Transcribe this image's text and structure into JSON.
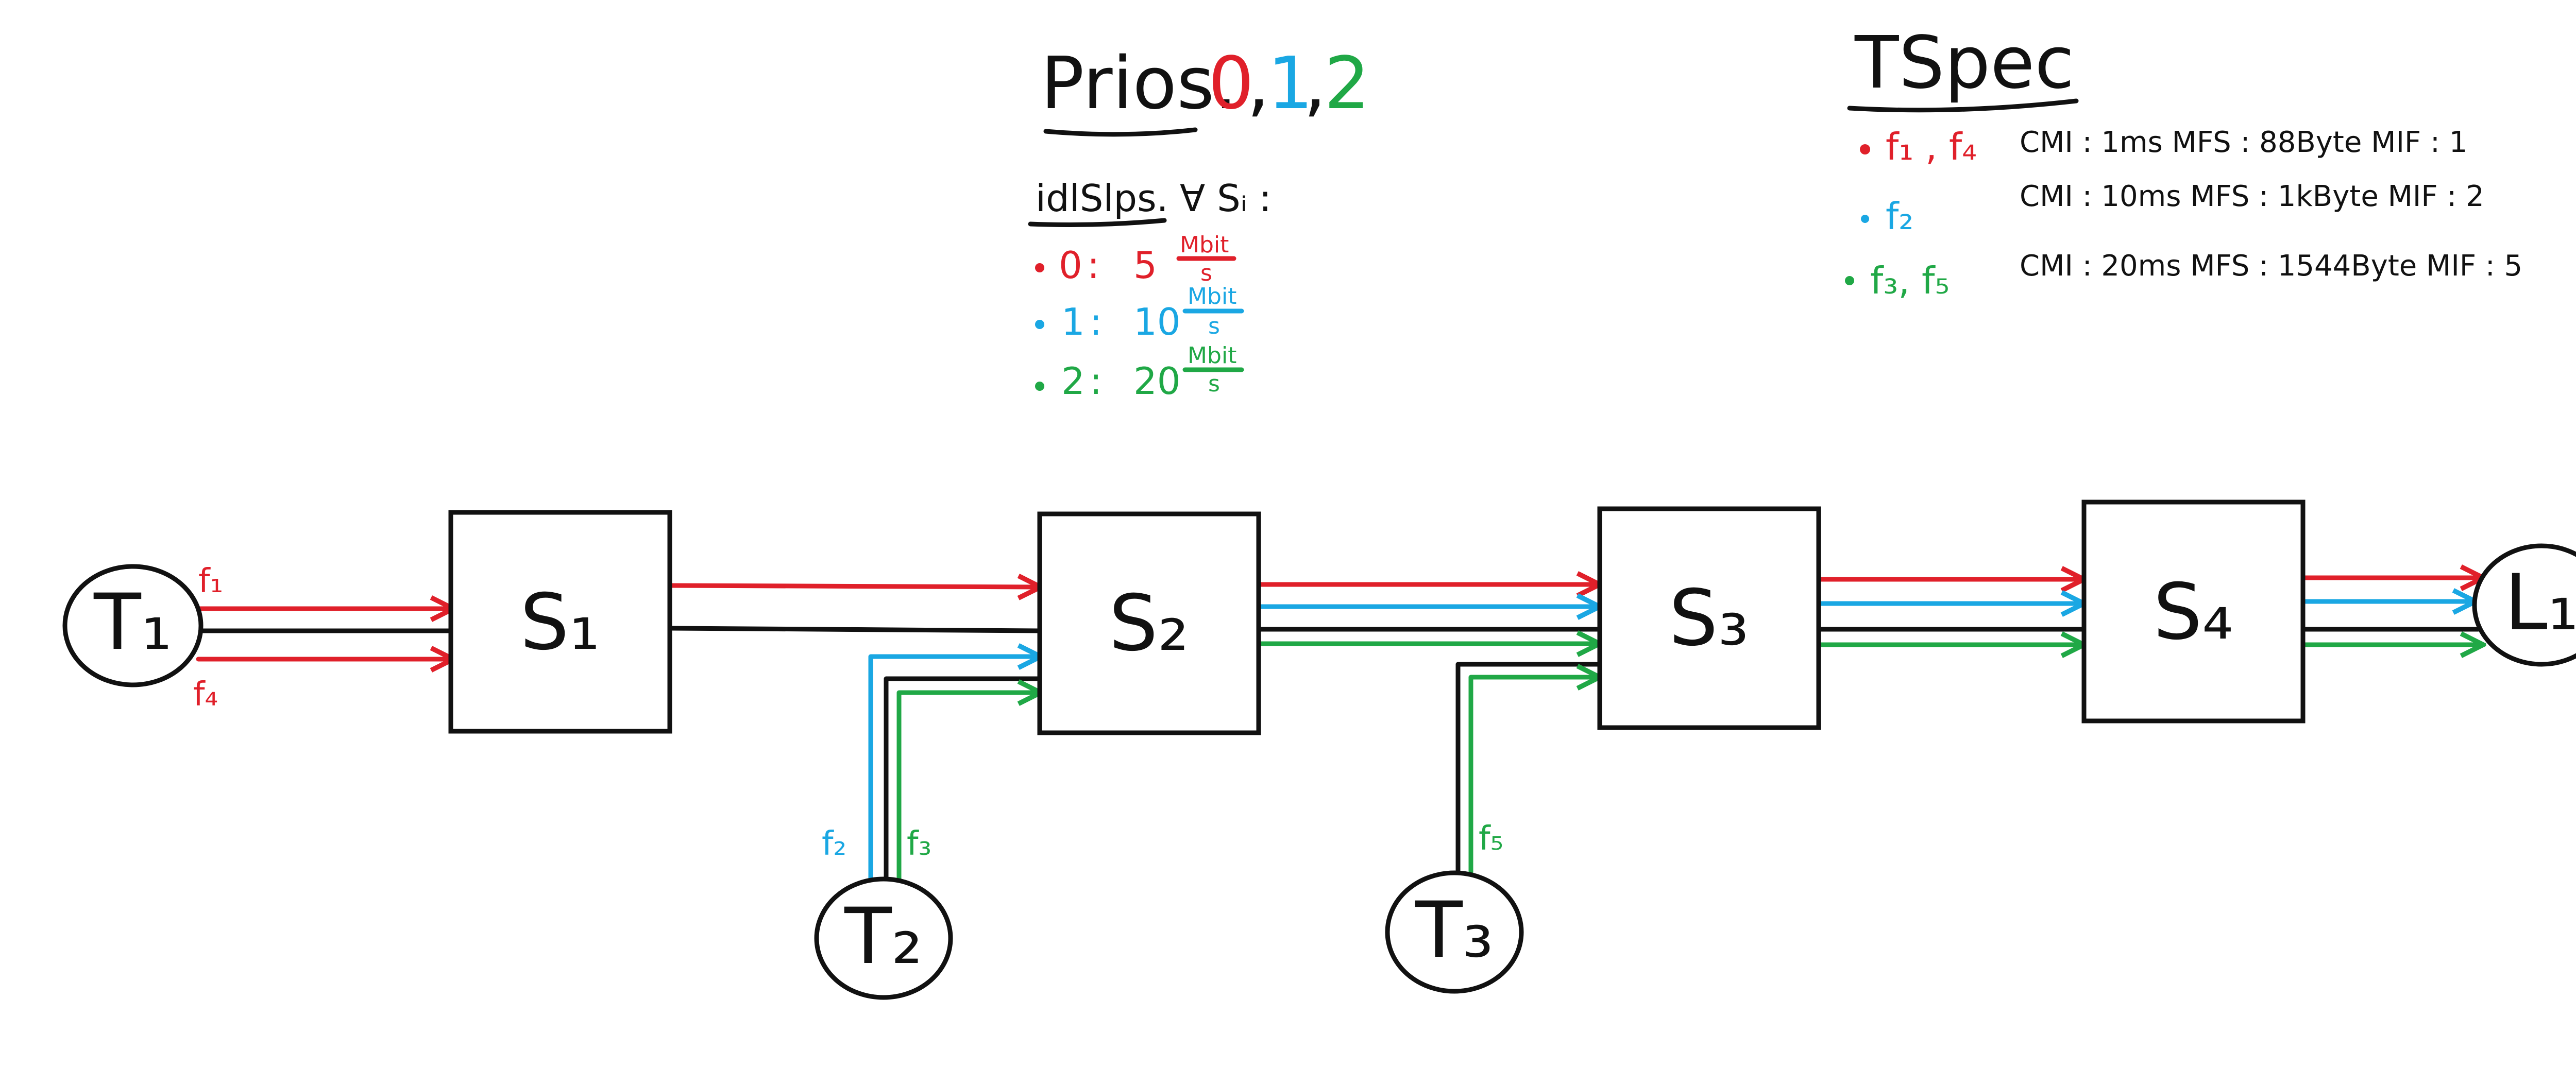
{
  "colors": {
    "prio0": "#e0202a",
    "prio1": "#1aa7e3",
    "prio2": "#20a846",
    "ink": "#111111"
  },
  "prios": {
    "title": "Prios.",
    "values": [
      "0",
      "1",
      "2"
    ]
  },
  "idle_slopes": {
    "title": "idlSlps.",
    "quantifier": "∀ Sᵢ :",
    "items": [
      {
        "prio": "0",
        "value": "5",
        "unit_num": "Mbit",
        "unit_den": "s"
      },
      {
        "prio": "1",
        "value": "10",
        "unit_num": "Mbit",
        "unit_den": "s"
      },
      {
        "prio": "2",
        "value": "20",
        "unit_num": "Mbit",
        "unit_den": "s"
      }
    ]
  },
  "tspec": {
    "title": "TSpec",
    "rows": [
      {
        "flows": "f₁ , f₄",
        "spec": "CMI : 1ms   MFS : 88Byte   MIF : 1"
      },
      {
        "flows": "f₂",
        "spec": "CMI : 10ms   MFS : 1kByte   MIF : 2"
      },
      {
        "flows": "f₃, f₅",
        "spec": "CMI : 20ms   MFS : 1544Byte   MIF : 5"
      }
    ]
  },
  "nodes": {
    "t1": "T₁",
    "t2": "T₂",
    "t3": "T₃",
    "l1": "L₁"
  },
  "switches": {
    "s1": "S₁",
    "s2": "S₂",
    "s3": "S₃",
    "s4": "S₄"
  },
  "flow_labels": {
    "f1": "f₁",
    "f4": "f₄",
    "f2": "f₂",
    "f3": "f₃",
    "f5": "f₅"
  }
}
